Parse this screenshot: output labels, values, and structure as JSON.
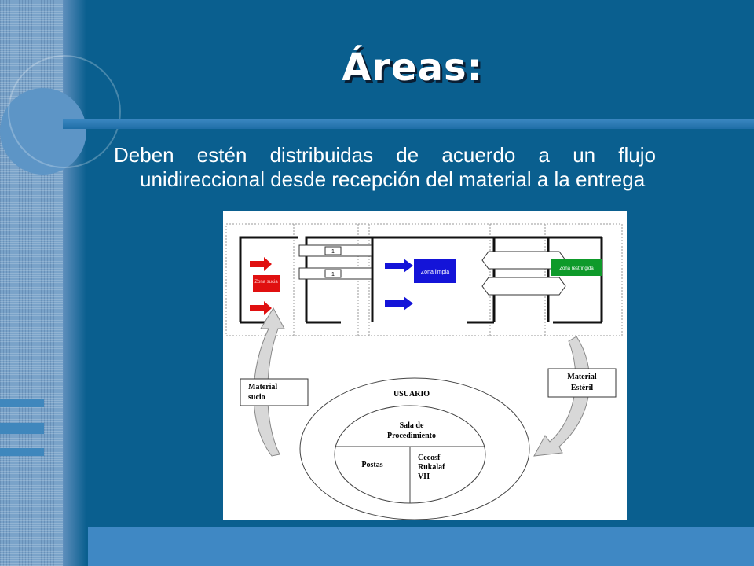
{
  "slide": {
    "title": "Áreas:",
    "body": "Deben  estén distribuidas de acuerdo a un flujo unidireccional desde recepción del material a la entrega"
  },
  "diagram": {
    "zones": {
      "dirty": "Zona sucia",
      "clean": "Zona limpia",
      "restricted": "Zona restringida"
    },
    "machine_labels": [
      "1",
      "1"
    ],
    "cycle": {
      "dirty_material": [
        "Material",
        "sucio"
      ],
      "sterile_material": [
        "Material",
        "Estéril"
      ],
      "user": "USUARIO",
      "procedure_room": [
        "Sala de",
        "Procedimiento"
      ],
      "posts": "Postas",
      "centers": [
        "Cecosf",
        "Rukalaf",
        "VH"
      ]
    }
  },
  "colors": {
    "background": "#0a5f8f",
    "dirty_zone": "#e01010",
    "clean_zone": "#1414d8",
    "restricted_zone": "#0e9a2a",
    "arrow_red": "#e01010",
    "arrow_blue": "#1414d8"
  }
}
